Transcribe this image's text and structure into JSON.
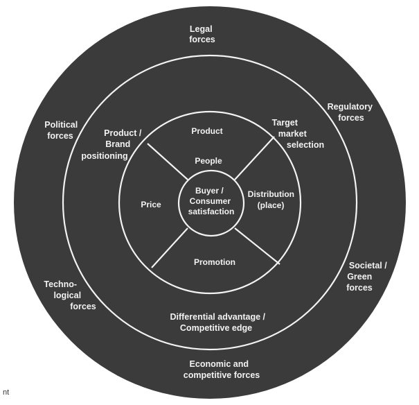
{
  "diagram": {
    "colors": {
      "background": "#ffffff",
      "disc": "#3b3b3b",
      "lines": "#f3f3f3",
      "text": "#f2f2f2"
    },
    "outer_forces": {
      "legal": [
        "Legal",
        "forces"
      ],
      "regulatory": [
        "Regulatory",
        "forces"
      ],
      "political": [
        "Political",
        "forces"
      ],
      "societal": [
        "Societal /",
        "Green",
        "forces"
      ],
      "technological": [
        "Techno-",
        "logical",
        "forces"
      ],
      "economic": [
        "Economic and",
        "competitive forces"
      ]
    },
    "strategy_ring": {
      "product_brand": [
        "Product /",
        "Brand",
        "positioning"
      ],
      "target_market": [
        "Target",
        "market",
        "selection"
      ],
      "differential": [
        "Differential advantage /",
        "Competitive edge"
      ]
    },
    "marketing_mix": {
      "product": "Product",
      "people": "People",
      "price": "Price",
      "distribution": [
        "Distribution",
        "(place)"
      ],
      "promotion": "Promotion"
    },
    "center": [
      "Buyer /",
      "Consumer",
      "satisfaction"
    ]
  },
  "corner_text": "nt"
}
